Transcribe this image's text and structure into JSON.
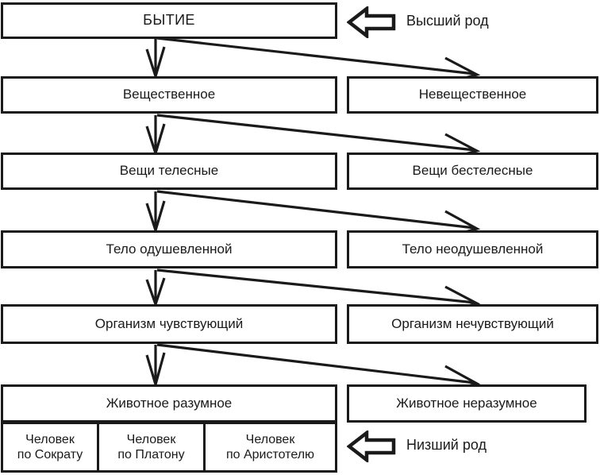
{
  "diagram": {
    "title": "БЫТИЕ",
    "root": {
      "label": "БЫТИЕ"
    },
    "levels": [
      {
        "index": 1,
        "positive": "Вещественное",
        "negative": "Невещественное"
      },
      {
        "index": 2,
        "positive": "Вещи телесные",
        "negative": "Вещи бестелесные"
      },
      {
        "index": 3,
        "positive": "Тело одушевленной",
        "negative": "Тело неодушевленной"
      },
      {
        "index": 4,
        "positive": "Организм чувствующий",
        "negative": "Организм нечувствующий"
      },
      {
        "index": 5,
        "positive": "Животное разумное",
        "negative": "Животное неразумное"
      }
    ],
    "species": [
      "Человек\nпо Сократу",
      "Человек\nпо Платону",
      "Человек\nпо Аристотелю"
    ],
    "annotations": {
      "top": "Высший род",
      "bottom": "Низший род"
    },
    "colors": {
      "stroke": "#1a1a1a",
      "fill": "#ffffff"
    }
  }
}
